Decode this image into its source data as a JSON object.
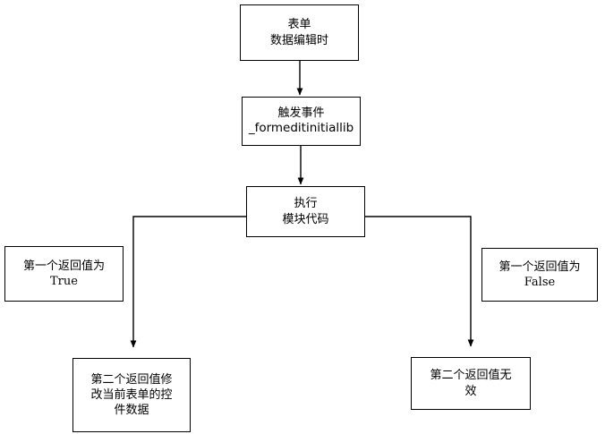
{
  "diagram": {
    "type": "flowchart",
    "orientation": "top-down",
    "background_color": "#ffffff",
    "stroke_color": "#000000",
    "nodes": {
      "form_edit": {
        "name": "form-edit",
        "line1": "表单",
        "line2": "数据编辑时"
      },
      "trigger_event": {
        "name": "trigger-event",
        "line1": "触发事件",
        "line2": "_formeditinitiallib"
      },
      "exec_module": {
        "name": "exec-module",
        "line1": "执行",
        "line2": "模块代码"
      },
      "return_true": {
        "name": "first-return-value-true",
        "line1": "第一个返回值为",
        "line2": "True"
      },
      "return_false": {
        "name": "first-return-value-false",
        "line1": "第一个返回值为",
        "line2": "False"
      },
      "modify_control": {
        "name": "second-return-modifies-control-data",
        "line1": "第二个返回值修",
        "line2": "改当前表单的控",
        "line3": "件数据"
      },
      "invalid_return": {
        "name": "second-return-value-invalid",
        "line1": "第二个返回值无",
        "line2": "效"
      }
    },
    "edges": [
      {
        "from": "form_edit",
        "to": "trigger_event",
        "arrow": true
      },
      {
        "from": "trigger_event",
        "to": "exec_module",
        "arrow": true
      },
      {
        "from": "exec_module",
        "to": "modify_control",
        "arrow": true,
        "route": "left-elbow"
      },
      {
        "from": "exec_module",
        "to": "invalid_return",
        "arrow": true,
        "route": "right-elbow"
      }
    ]
  }
}
